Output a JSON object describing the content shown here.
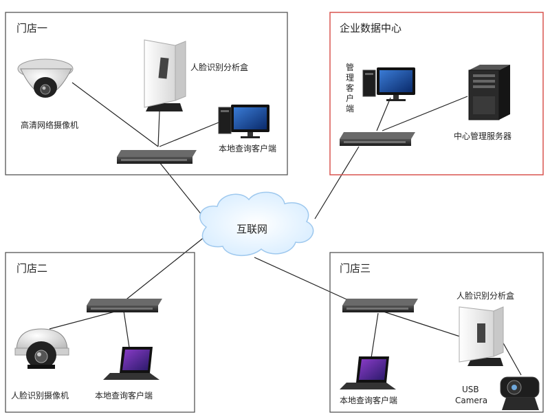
{
  "store1": {
    "title": "门店一",
    "camera_label": "高清网络摄像机",
    "analyzer_label": "人脸识别分析盒",
    "client_label": "本地查询客户端"
  },
  "datacenter": {
    "title": "企业数据中心",
    "client_label_chars": [
      "管",
      "理",
      "客",
      "户",
      "端"
    ],
    "server_label": "中心管理服务器"
  },
  "internet": {
    "label": "互联网"
  },
  "store2": {
    "title": "门店二",
    "camera_label": "人脸识别摄像机",
    "client_label": "本地查询客户端"
  },
  "store3": {
    "title": "门店三",
    "analyzer_label": "人脸识别分析盒",
    "usb_label_line1": "USB",
    "usb_label_line2": "Camera",
    "client_label": "本地查询客户端"
  },
  "colors": {
    "datacenter_border": "#d9534f",
    "zone_border": "#555555"
  }
}
